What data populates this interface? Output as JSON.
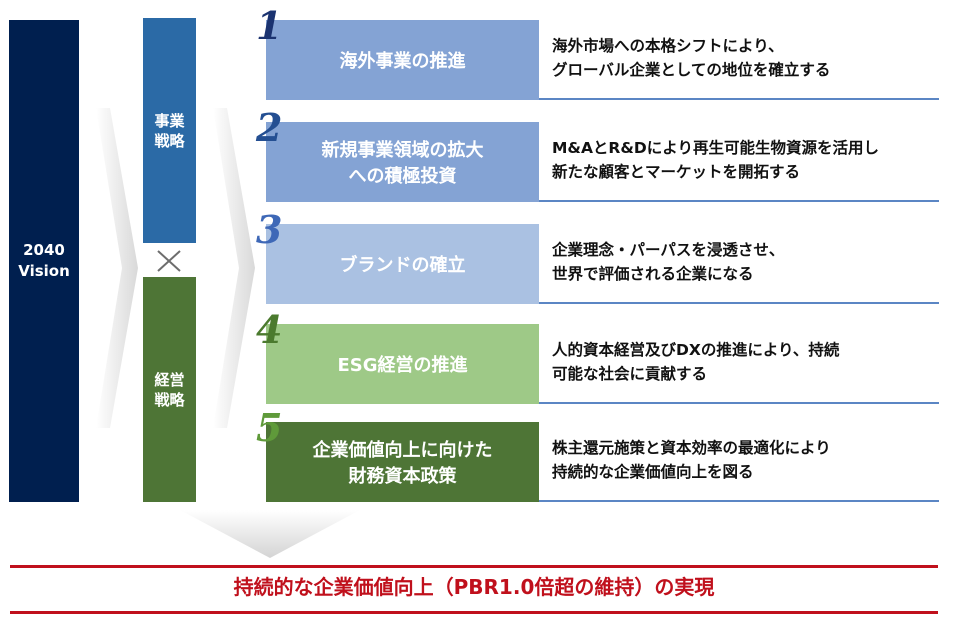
{
  "vision": {
    "label": "2040\nVision",
    "color": "#001f4f"
  },
  "strategies": {
    "business": {
      "label": "事業\n戦略",
      "color": "#2b6aa6"
    },
    "combine_symbol": "×",
    "management": {
      "label": "経営\n戦略",
      "color": "#4e7536"
    }
  },
  "pillars": [
    {
      "number": "1",
      "number_color": "#1b3370",
      "title": "海外事業の推進",
      "box_color": "#84a3d4",
      "description": "海外市場への本格シフトにより、\nグローバル企業としての地位を確立する"
    },
    {
      "number": "2",
      "number_color": "#244f92",
      "title": "新規事業領域の拡大\nへの積極投資",
      "box_color": "#84a3d4",
      "description": "M&AとR&Dにより再生可能生物資源を活用し\n新たな顧客とマーケットを開拓する"
    },
    {
      "number": "3",
      "number_color": "#3e68b7",
      "title": "ブランドの確立",
      "box_color": "#aac1e2",
      "description": "企業理念・パーパスを浸透させ、\n世界で評価される企業になる"
    },
    {
      "number": "4",
      "number_color": "#4b7a2e",
      "title": "ESG経営の推進",
      "box_color": "#9ec987",
      "description": "人的資本経営及びDXの推進により、持続\n可能な社会に貢献する"
    },
    {
      "number": "5",
      "number_color": "#5f9a3a",
      "title": "企業価値向上に向けた\n財務資本政策",
      "box_color": "#4e7536",
      "description": "株主還元施策と資本効率の最適化により\n持続的な企業価値向上を図る"
    }
  ],
  "conclusion": {
    "text": "持続的な企業価値向上（PBR1.0倍超の維持）の実現",
    "color": "#c0101c"
  }
}
